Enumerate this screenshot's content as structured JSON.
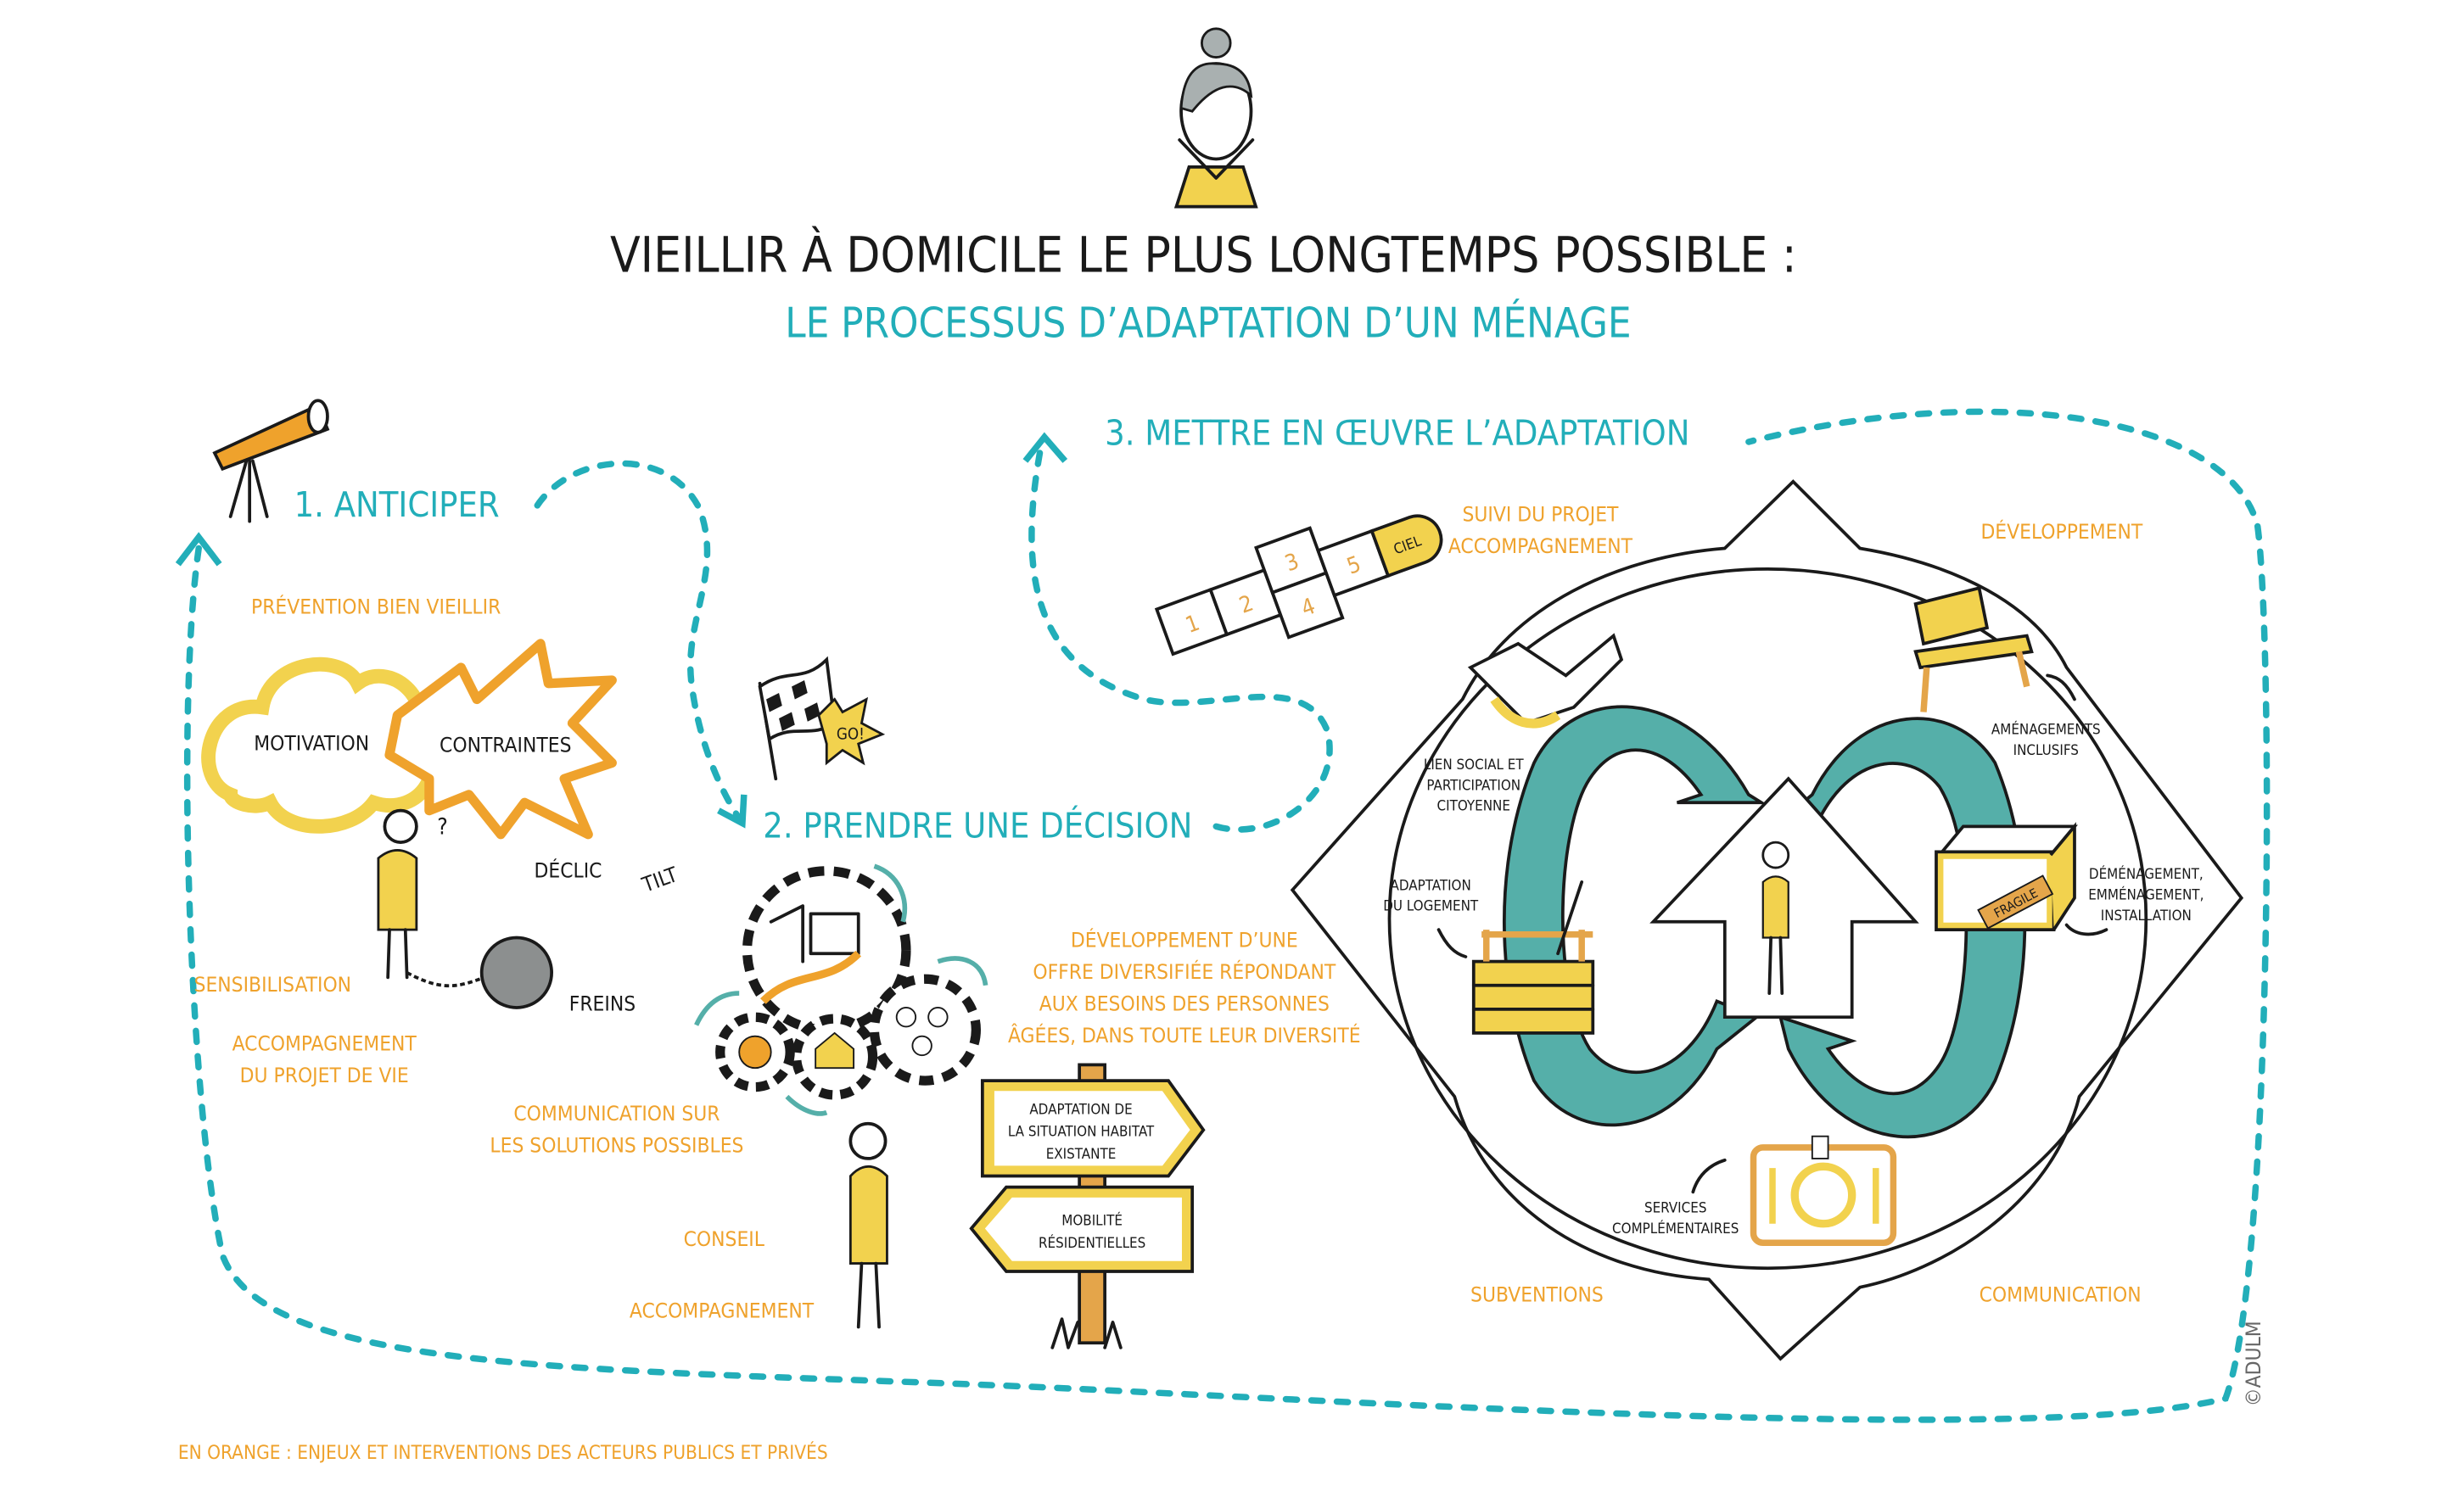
{
  "title": {
    "line1": "VIEILLIR À DOMICILE LE PLUS LONGTEMPS POSSIBLE :",
    "line2": "LE PROCESSUS D’ADAPTATION D’UN MÉNAGE"
  },
  "steps": {
    "anticipate": "1. ANTICIPER",
    "decide": "2. PRENDRE UNE DÉCISION",
    "implement": "3. METTRE EN ŒUVRE L’ADAPTATION"
  },
  "anticipate": {
    "prevention": "PRÉVENTION BIEN VIEILLIR",
    "motivation": "MOTIVATION",
    "contraintes": "CONTRAINTES",
    "declic": "DÉCLIC",
    "tilt": "TILT",
    "freins": "FREINS",
    "sensibilisation": "SENSIBILISATION",
    "accompagnement_line1": "ACCOMPAGNEMENT",
    "accompagnement_line2": "DU PROJET DE VIE"
  },
  "decide": {
    "go": "GO!",
    "communication_line1": "COMMUNICATION SUR",
    "communication_line2": "LES SOLUTIONS POSSIBLES",
    "conseil": "CONSEIL",
    "accompagnement": "ACCOMPAGNEMENT",
    "offer_lines": [
      "DÉVELOPPEMENT D’UNE",
      "OFFRE DIVERSIFIÉE RÉPONDANT",
      "AUX BESOINS DES PERSONNES",
      "ÂGÉES, DANS TOUTE LEUR DIVERSITÉ"
    ],
    "sign1_lines": [
      "ADAPTATION DE",
      "LA SITUATION HABITAT",
      "EXISTANTE"
    ],
    "sign2_lines": [
      "MOBILITÉ",
      "RÉSIDENTIELLES"
    ]
  },
  "implement": {
    "hopscotch": [
      "1",
      "2",
      "3",
      "4",
      "5",
      "CIEL"
    ],
    "suivi_line1": "SUIVI DU PROJET",
    "suivi_line2": "ACCOMPAGNEMENT",
    "developpement": "DÉVELOPPEMENT",
    "subventions": "SUBVENTIONS",
    "communication": "COMMUNICATION",
    "lien_social": [
      "LIEN SOCIAL ET",
      "PARTICIPATION",
      "CITOYENNE"
    ],
    "adaptation_logement": [
      "ADAPTATION",
      "DU LOGEMENT"
    ],
    "amenagements": [
      "AMÉNAGEMENTS",
      "INCLUSIFS"
    ],
    "demenagement": [
      "DÉMÉNAGEMENT,",
      "EMMÉNAGEMENT,",
      "INSTALLATION"
    ],
    "services": [
      "SERVICES",
      "COMPLÉMENTAIRES"
    ],
    "fragile": "FRAGILE"
  },
  "footer": "EN ORANGE : ENJEUX ET INTERVENTIONS DES ACTEURS PUBLICS ET PRIVÉS",
  "copyright": "©ADULM",
  "colors": {
    "teal": "#22aeb9",
    "orange": "#efa22c",
    "yellow": "#f2d24e",
    "loop": "#55afa9"
  }
}
